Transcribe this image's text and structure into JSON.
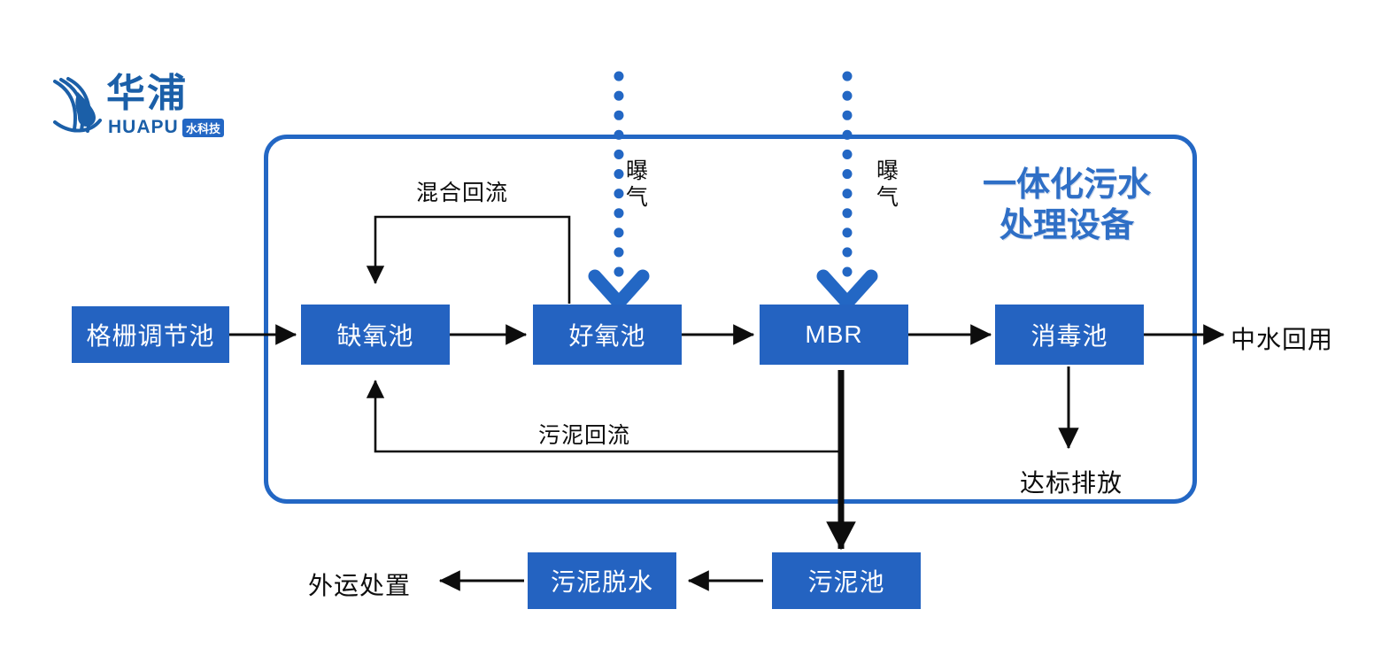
{
  "brand": {
    "name_cn": "华浦",
    "name_latin": "HUAPU",
    "badge": "水科技",
    "logo_icon": "water-drop-wave-icon",
    "color": "#1b5fa8"
  },
  "equipment": {
    "title": "一体化污水\n处理设备",
    "title_color": "#2f6fc6",
    "border_color": "#2367c4"
  },
  "theme": {
    "box_fill": "#2463c1",
    "box_text": "#ffffff",
    "arrow_color": "#0d0d0d",
    "aeration_color": "#2367c4"
  },
  "nodes": {
    "grille": "格栅调节池",
    "anoxic": "缺氧池",
    "aerobic": "好氧池",
    "mbr": "MBR",
    "disinfect": "消毒池",
    "sludge_tank": "污泥池",
    "sludge_dewater": "污泥脱水"
  },
  "endpoints": {
    "reclaim": "中水回用",
    "compliant_discharge": "达标排放",
    "offsite_disposal": "外运处置"
  },
  "flows": {
    "mixed_return": "混合回流",
    "sludge_return": "污泥回流",
    "aeration_1": "曝气",
    "aeration_2": "曝气"
  }
}
